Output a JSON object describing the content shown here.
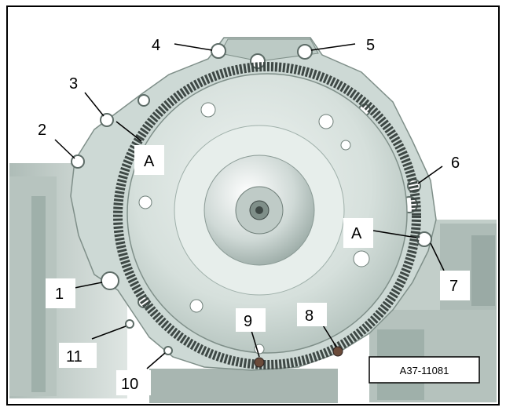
{
  "figure": {
    "reference_id": "A37-11081",
    "callouts": [
      {
        "id": "1",
        "label": "1"
      },
      {
        "id": "2",
        "label": "2"
      },
      {
        "id": "3",
        "label": "3"
      },
      {
        "id": "4",
        "label": "4"
      },
      {
        "id": "5",
        "label": "5"
      },
      {
        "id": "6",
        "label": "6"
      },
      {
        "id": "7",
        "label": "7"
      },
      {
        "id": "8",
        "label": "8"
      },
      {
        "id": "9",
        "label": "9"
      },
      {
        "id": "10",
        "label": "10"
      },
      {
        "id": "11",
        "label": "11"
      },
      {
        "id": "A-left",
        "label": "A"
      },
      {
        "id": "A-right",
        "label": "A"
      }
    ]
  },
  "colors": {
    "housing": "#cdd9d5",
    "housing_dark": "#8fa19b",
    "flex_plate": "#dde6e3",
    "gear_teeth": "#3e4845",
    "frame": "#000000",
    "background": "#ffffff"
  }
}
